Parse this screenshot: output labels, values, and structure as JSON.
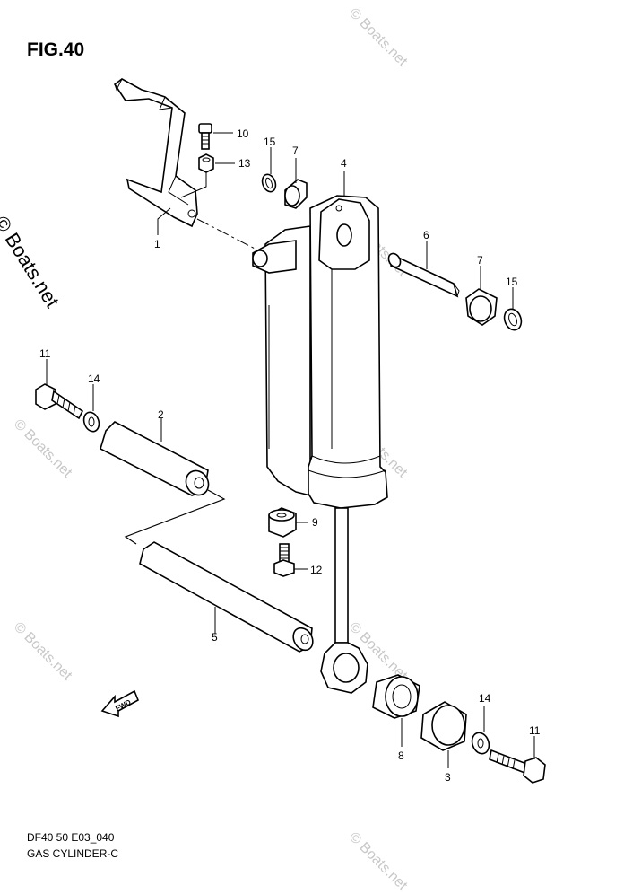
{
  "figure": {
    "title": "FIG.40",
    "code": "DF40 50 E03_040",
    "caption": "GAS CYLINDER-C"
  },
  "watermark": {
    "text": "© Boats.net"
  },
  "fwd_arrow": {
    "text": "FWD"
  },
  "callouts": [
    {
      "id": "c1",
      "label": "1"
    },
    {
      "id": "c2",
      "label": "2"
    },
    {
      "id": "c3",
      "label": "3"
    },
    {
      "id": "c4",
      "label": "4"
    },
    {
      "id": "c5",
      "label": "5"
    },
    {
      "id": "c6",
      "label": "6"
    },
    {
      "id": "c7a",
      "label": "7"
    },
    {
      "id": "c7b",
      "label": "7"
    },
    {
      "id": "c8",
      "label": "8"
    },
    {
      "id": "c9",
      "label": "9"
    },
    {
      "id": "c10",
      "label": "10"
    },
    {
      "id": "c11a",
      "label": "11"
    },
    {
      "id": "c11b",
      "label": "11"
    },
    {
      "id": "c12",
      "label": "12"
    },
    {
      "id": "c13",
      "label": "13"
    },
    {
      "id": "c14a",
      "label": "14"
    },
    {
      "id": "c14b",
      "label": "14"
    },
    {
      "id": "c15a",
      "label": "15"
    },
    {
      "id": "c15b",
      "label": "15"
    }
  ]
}
